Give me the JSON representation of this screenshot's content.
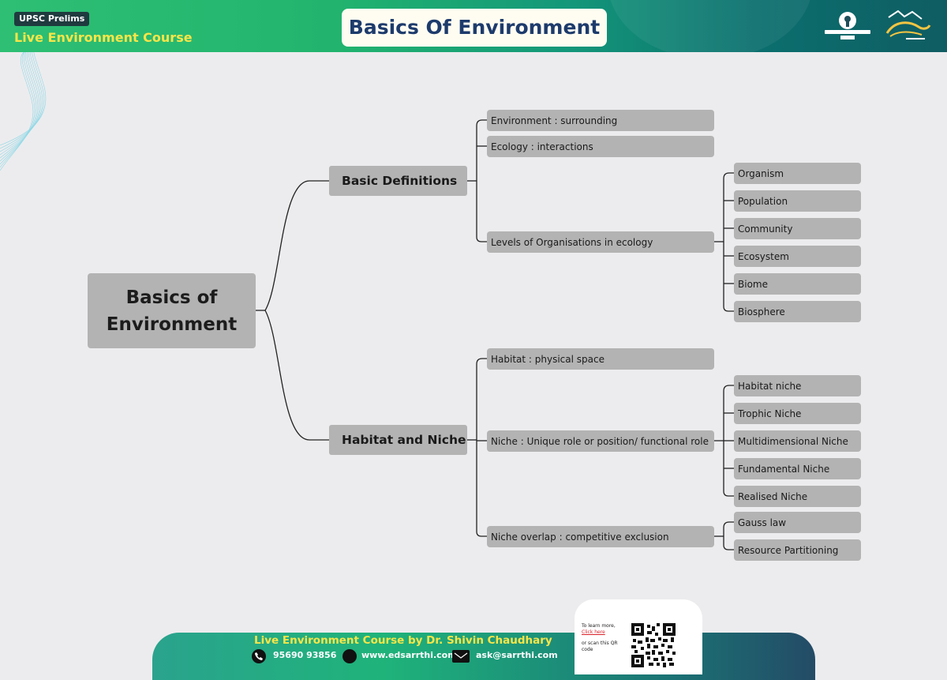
{
  "header": {
    "badge": "UPSC Prelims",
    "subtitle": "Live Environment Course",
    "title": "Basics Of Environment"
  },
  "diagram": {
    "root": "Basics of Environment",
    "branches": [
      {
        "label": "Basic Definitions",
        "children": [
          {
            "label": "Environment : surrounding"
          },
          {
            "label": "Ecology : interactions"
          },
          {
            "label": "Levels of Organisations in ecology",
            "children": [
              "Organism",
              "Population",
              "Community",
              "Ecosystem",
              "Biome",
              "Biosphere"
            ]
          }
        ]
      },
      {
        "label": "Habitat and Niche",
        "children": [
          {
            "label": "Habitat : physical space"
          },
          {
            "label": "Niche : Unique role or position/ functional role",
            "children": [
              "Habitat niche",
              "Trophic Niche",
              "Multidimensional Niche",
              "Fundamental Niche",
              "Realised Niche"
            ]
          },
          {
            "label": "Niche overlap : competitive exclusion",
            "children": [
              "Gauss law",
              "Resource Partitioning"
            ]
          }
        ]
      }
    ]
  },
  "footer": {
    "title": "Live Environment Course by Dr. Shivin Chaudhary",
    "phone": "95690 93856",
    "website": "www.edsarrthi.com",
    "email": "ask@sarrthi.com",
    "qr_line1": "To learn more,",
    "qr_link": "Click here",
    "qr_line2": "or scan this QR code"
  },
  "colors": {
    "header_green": "#2ebf74",
    "header_teal": "#0f5d63",
    "accent_yellow": "#f8e548",
    "title_navy": "#1d3b6c",
    "node_gray": "#b3b3b3",
    "background": "#ececee"
  },
  "icons": [
    "phone-icon",
    "web-icon",
    "mail-icon",
    "qr-code",
    "logo-emblem",
    "sarrthi-logo"
  ]
}
